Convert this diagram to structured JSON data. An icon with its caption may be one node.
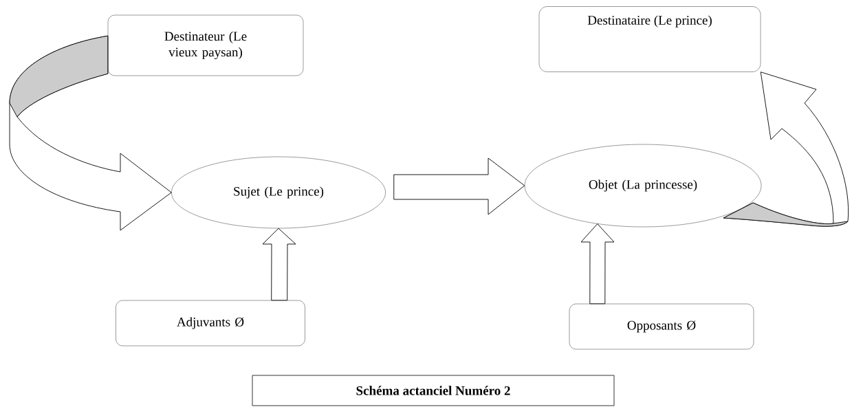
{
  "diagram": {
    "caption": "Schéma actanciel Numéro 2",
    "nodes": [
      {
        "text": [
          "Destinateur (Le vieux paysan)"
        ]
      },
      {
        "text": [
          "Destinataire (Le prince)"
        ]
      },
      {
        "text": [
          "Sujet (Le prince)"
        ]
      },
      {
        "text": [
          "Objet (La princesse)"
        ]
      },
      {
        "text": [
          "Adjuvants Ø"
        ]
      },
      {
        "text": [
          "Opposants Ø"
        ]
      }
    ],
    "edges": [
      {
        "from": 0,
        "to": 2,
        "arrow": "to"
      },
      {
        "from": 2,
        "to": 3,
        "arrow": "to"
      },
      {
        "from": 3,
        "to": 1,
        "arrow": "to"
      },
      {
        "from": 4,
        "to": 2,
        "arrow": "to"
      },
      {
        "from": 5,
        "to": 3,
        "arrow": "to"
      }
    ]
  }
}
